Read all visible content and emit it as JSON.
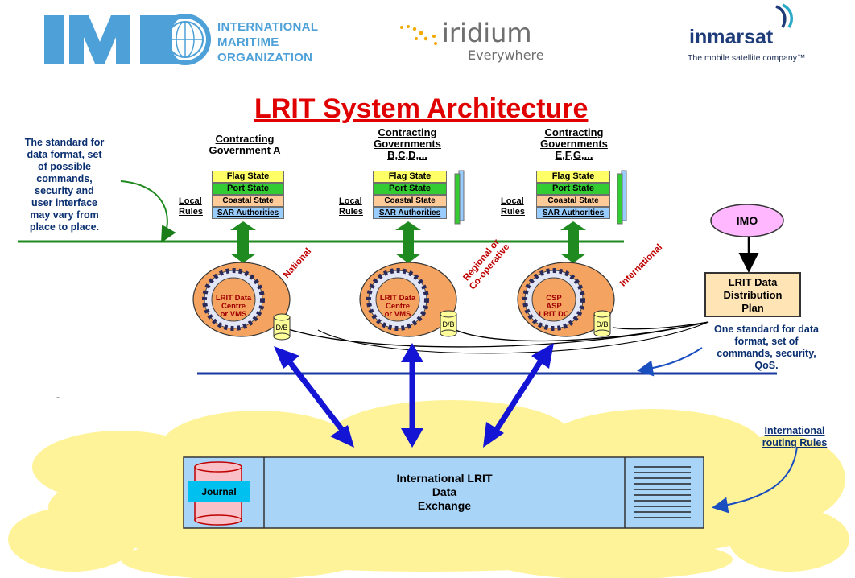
{
  "logos": {
    "imo": {
      "mark": "IMO",
      "lines": [
        "INTERNATIONAL",
        "MARITIME",
        "ORGANIZATION"
      ]
    },
    "iridium": {
      "name": "iridium",
      "tagline": "Everywhere"
    },
    "inmarsat": {
      "name": "inmarsat",
      "tagline": "The mobile satellite company™"
    }
  },
  "diagram": {
    "title": "LRIT System Architecture",
    "left_note": [
      "The standard for",
      "data format, set",
      "of possible",
      "commands,",
      "security and",
      "user interface",
      "may vary from",
      "place to place."
    ],
    "governments": [
      {
        "heading": [
          "Contracting",
          "Government A"
        ],
        "type": "National",
        "centre": [
          "LRIT Data",
          "Centre",
          "or VMS"
        ]
      },
      {
        "heading": [
          "Contracting",
          "Governments",
          "B,C,D,..."
        ],
        "type": "Regional or Co-operative",
        "centre": [
          "LRIT Data",
          "Centre",
          "or VMS"
        ]
      },
      {
        "heading": [
          "Contracting",
          "Governments",
          "E,F,G,..."
        ],
        "type": "International",
        "centre": [
          "CSP",
          "ASP",
          "LRIT DC"
        ]
      }
    ],
    "stack": [
      "Flag State",
      "Port State",
      "Coastal State",
      "SAR Authorities"
    ],
    "local_rules": [
      "Local",
      "Rules"
    ],
    "db_label": "D/B",
    "imo": "IMO",
    "distribution_plan": [
      "LRIT Data",
      "Distribution",
      "Plan"
    ],
    "right_note": [
      "One standard for data",
      "format, set of",
      "commands, security,",
      "QoS."
    ],
    "routing_note": [
      "International",
      "routing Rules"
    ],
    "exchange": [
      "International LRIT",
      "Data",
      "Exchange"
    ],
    "journal": "Journal",
    "dash": "-",
    "colors": {
      "title": "#e00000",
      "flag": "#ffff66",
      "port": "#33cc33",
      "coastal": "#ffcc99",
      "sar": "#99ccff",
      "ellipse": "#f4a460",
      "cloud": "#fff39a",
      "exchange": "#a8d4f8",
      "arrow_green": "#1f8a1f",
      "arrow_blue": "#1414d4"
    }
  }
}
